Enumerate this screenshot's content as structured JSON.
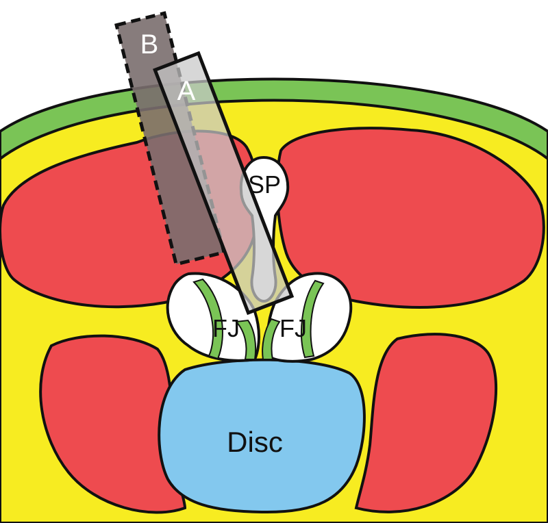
{
  "labels": {
    "probe_b": "B",
    "probe_a": "A",
    "spinous_process": "SP",
    "facet_joint_left": "FJ",
    "facet_joint_right": "FJ",
    "disc": "Disc"
  },
  "colors": {
    "background": "#ffffff",
    "skin": "#7ac456",
    "fat": "#f7ec21",
    "muscle": "#ee4b4f",
    "bone": "#ffffff",
    "disc": "#83c8ee",
    "outline": "#111111",
    "probe_b": "#7a6e6e",
    "probe_a": "#cccccc"
  }
}
